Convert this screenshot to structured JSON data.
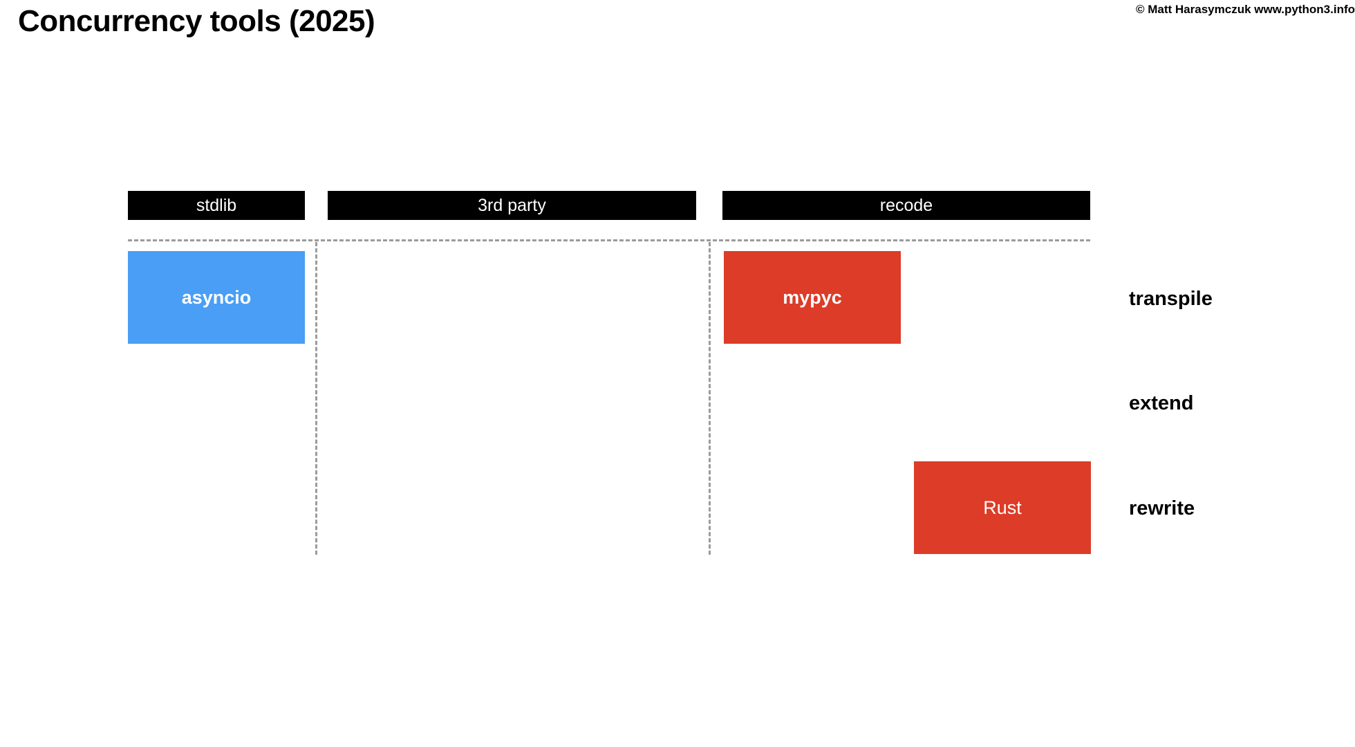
{
  "slide": {
    "title": "Concurrency tools (2025)",
    "copyright": "© Matt Harasymczuk www.python3.info",
    "background_color": "#ffffff"
  },
  "colors": {
    "header_bar": "#000000",
    "header_text": "#ffffff",
    "stdlib_box": "#4a9ef5",
    "recode_box": "#dc3c28",
    "box_text": "#ffffff",
    "dashed_guide": "#9b9b9b",
    "body_text": "#000000"
  },
  "columns": [
    {
      "id": "stdlib",
      "label": "stdlib"
    },
    {
      "id": "3rd-party",
      "label": "3rd party"
    },
    {
      "id": "recode",
      "label": "recode"
    }
  ],
  "rows": [
    {
      "id": "transpile",
      "label": "transpile"
    },
    {
      "id": "extend",
      "label": "extend"
    },
    {
      "id": "rewrite",
      "label": "rewrite"
    }
  ],
  "items": [
    {
      "id": "asyncio",
      "label": "asyncio",
      "column": "stdlib",
      "row": "transpile",
      "color": "#4a9ef5"
    },
    {
      "id": "mypyc",
      "label": "mypyc",
      "column": "recode",
      "row": "transpile",
      "color": "#dc3c28"
    },
    {
      "id": "rust",
      "label": "Rust",
      "column": "recode",
      "row": "rewrite",
      "color": "#dc3c28"
    }
  ]
}
